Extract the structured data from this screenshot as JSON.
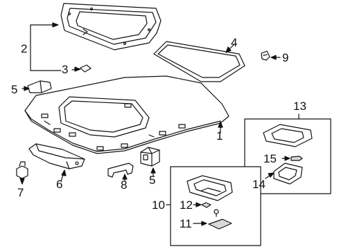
{
  "callouts": {
    "c1": "1",
    "c2": "2",
    "c3": "3",
    "c4": "4",
    "c5a": "5",
    "c5b": "5",
    "c6": "6",
    "c7": "7",
    "c8": "8",
    "c9": "9",
    "c10": "10",
    "c11": "11",
    "c12": "12",
    "c13": "13",
    "c14": "14",
    "c15": "15"
  },
  "colors": {
    "line": "#111111",
    "fill": "#ffffff",
    "shade": "#d9d9d9"
  }
}
